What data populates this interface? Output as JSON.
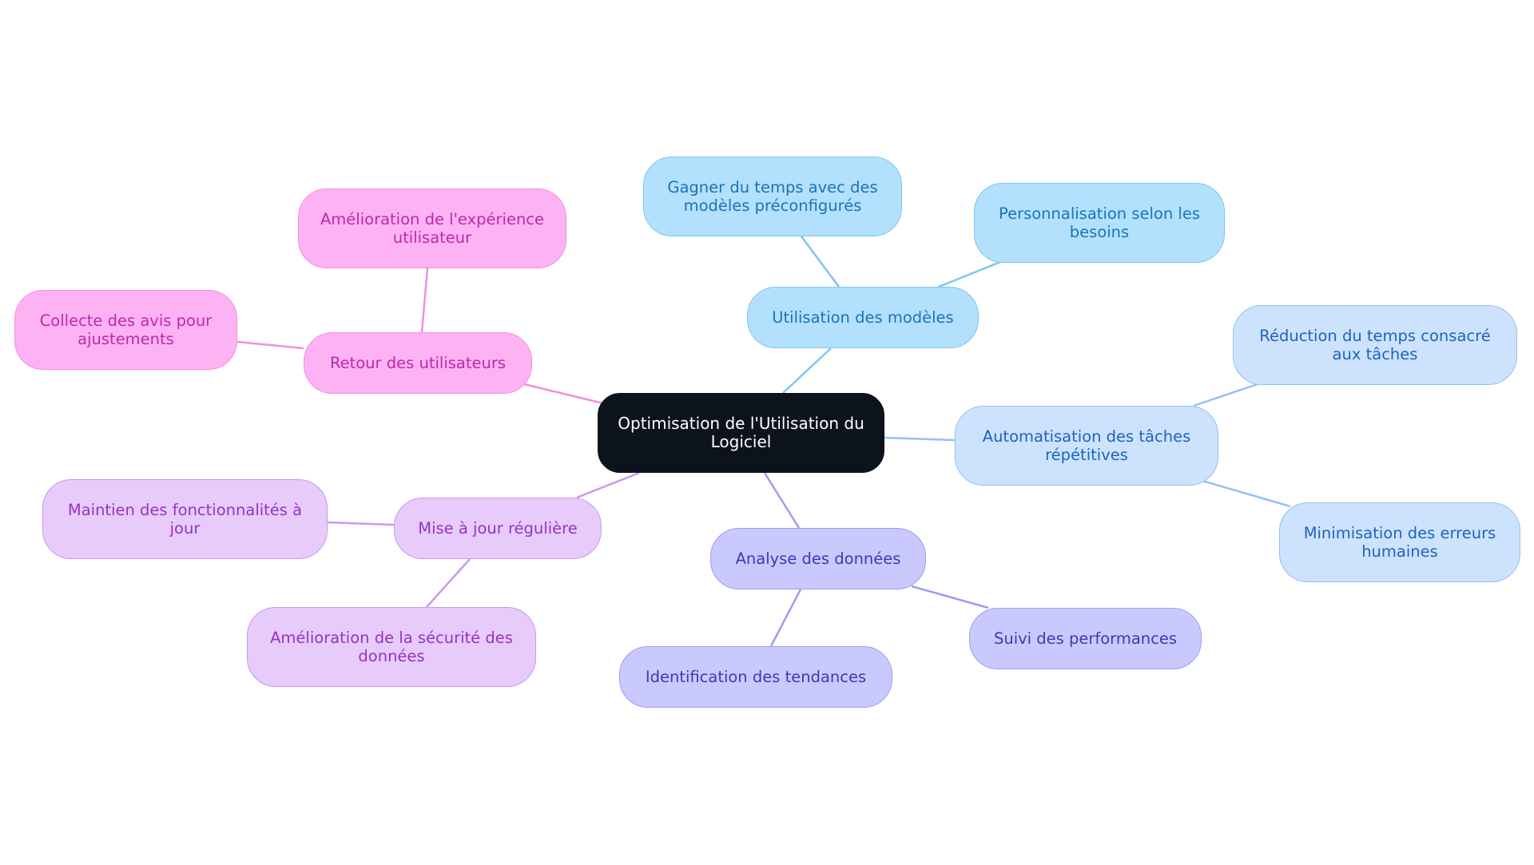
{
  "colors": {
    "root_fill": "#0d131c",
    "root_text": "#ffffff",
    "templates_fill": "#b3e0fd",
    "templates_border": "#7ec5f0",
    "templates_text": "#1a74b8",
    "automation_fill": "#cde2fc",
    "automation_border": "#94c1f3",
    "automation_text": "#1a65c0",
    "analysis_fill": "#c9c9fd",
    "analysis_border": "#9d9cf2",
    "analysis_text": "#3a3ab8",
    "updates_fill": "#e7cbfb",
    "updates_border": "#c999ee",
    "updates_text": "#9533c4",
    "feedback_fill": "#fdb3f3",
    "feedback_border": "#f08fe0",
    "feedback_text": "#c026b0"
  },
  "mindmap": {
    "root": {
      "label": "Optimisation de l'Utilisation du Logiciel"
    },
    "branches": [
      {
        "label": "Utilisation des modèles",
        "color_key": "templates",
        "children": [
          {
            "label": "Gagner du temps avec des modèles préconfigurés"
          },
          {
            "label": "Personnalisation selon les besoins"
          }
        ]
      },
      {
        "label": "Automatisation des tâches répétitives",
        "color_key": "automation",
        "children": [
          {
            "label": "Réduction du temps consacré aux tâches"
          },
          {
            "label": "Minimisation des erreurs humaines"
          }
        ]
      },
      {
        "label": "Analyse des données",
        "color_key": "analysis",
        "children": [
          {
            "label": "Suivi des performances"
          },
          {
            "label": "Identification des tendances"
          }
        ]
      },
      {
        "label": "Mise à jour régulière",
        "color_key": "updates",
        "children": [
          {
            "label": "Maintien des fonctionnalités à jour"
          },
          {
            "label": "Amélioration de la sécurité des données"
          }
        ]
      },
      {
        "label": "Retour des utilisateurs",
        "color_key": "feedback",
        "children": [
          {
            "label": "Amélioration de l'expérience utilisateur"
          },
          {
            "label": "Collecte des avis pour ajustements"
          }
        ]
      }
    ]
  }
}
